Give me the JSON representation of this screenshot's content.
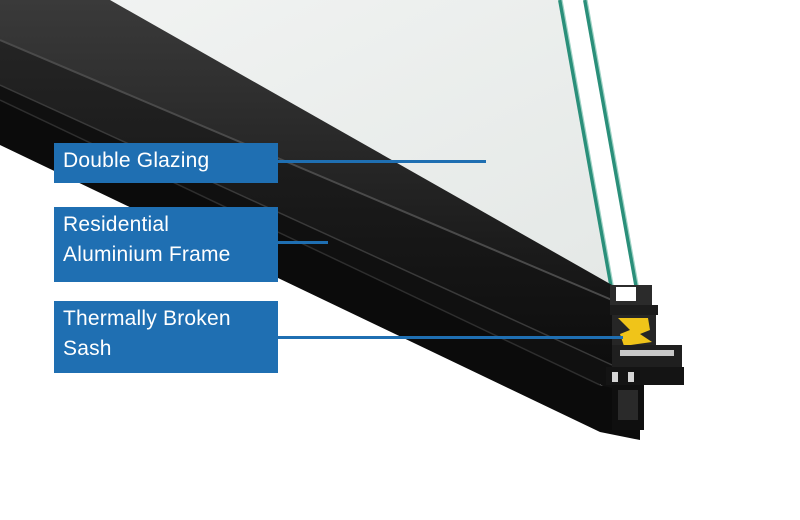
{
  "colors": {
    "label_background": "#1f6fb2",
    "label_text": "#ffffff",
    "frame": "#1a1a1a",
    "glass": "#eef1ef",
    "glass_edge": "#2a8f7a",
    "thermal_break": "#f0c419"
  },
  "labels": [
    {
      "id": "double-glazing",
      "text": "Double Glazing"
    },
    {
      "id": "residential-aluminium-frame",
      "text": "Residential\nAluminium Frame"
    },
    {
      "id": "thermally-broken-sash",
      "text": "Thermally Broken\nSash"
    }
  ]
}
